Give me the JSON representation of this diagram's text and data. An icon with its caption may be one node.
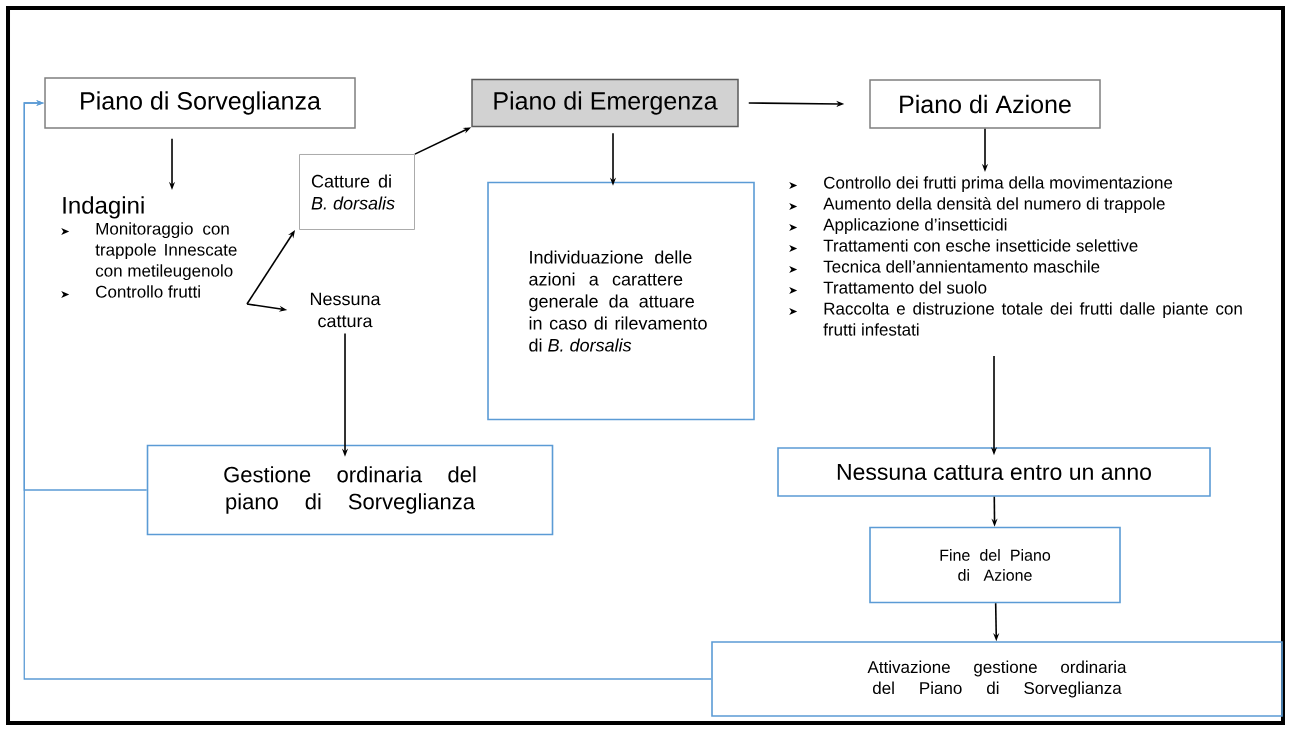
{
  "diagram": {
    "nodes": [
      {
        "text": [
          "Piano di Sorveglianza"
        ]
      },
      {
        "text": [
          "Indagini",
          "Monitoraggio con trappole Innescate con metileugenolo",
          "Controllo frutti"
        ]
      },
      {
        "text": [
          "Catture di *B. dorsalis*"
        ]
      },
      {
        "text": [
          "Nessuna cattura"
        ]
      },
      {
        "text": [
          "Piano di Emergenza"
        ]
      },
      {
        "text": [
          "Individuazione delle azioni a carattere generale da attuare in caso di rilevamento di *B. dorsalis*"
        ]
      },
      {
        "text": [
          "Piano di Azione"
        ]
      },
      {
        "text": [
          "Controllo dei frutti prima della movimentazione",
          "Aumento della densità del numero di trappole",
          "Applicazione d’insetticidi",
          "Trattamenti con esche insetticide selettive",
          "Tecnica dell’annientamento maschile",
          "Trattamento del suolo",
          "Raccolta e distruzione totale dei frutti dalle piante con frutti infestati"
        ]
      },
      {
        "text": [
          "Nessuna cattura entro un anno"
        ]
      },
      {
        "text": [
          "Fine del Piano di Azione"
        ]
      },
      {
        "text": [
          "Attivazione gestione ordinaria del Piano di Sorveglianza"
        ]
      },
      {
        "text": [
          "Gestione ordinaria del piano di Sorveglianza"
        ]
      }
    ],
    "edges": [
      {
        "from": 0,
        "to": 1,
        "arrow": "to"
      },
      {
        "from": 1,
        "to": 2,
        "arrow": "to"
      },
      {
        "from": 1,
        "to": 3,
        "arrow": "to"
      },
      {
        "from": 2,
        "to": 4,
        "arrow": "to"
      },
      {
        "from": 4,
        "to": 6,
        "arrow": "to"
      },
      {
        "from": 4,
        "to": 5,
        "arrow": "to"
      },
      {
        "from": 3,
        "to": 11,
        "arrow": "to"
      },
      {
        "from": 6,
        "to": 7,
        "arrow": "to"
      },
      {
        "from": 7,
        "to": 8,
        "arrow": "to"
      },
      {
        "from": 8,
        "to": 9,
        "arrow": "to"
      },
      {
        "from": 9,
        "to": 10,
        "arrow": "to"
      },
      {
        "from": 10,
        "to": 0,
        "arrow": "to",
        "color": "#5b9bd5"
      },
      {
        "from": 11,
        "to": 0,
        "arrow": "to",
        "color": "#5b9bd5"
      }
    ]
  }
}
